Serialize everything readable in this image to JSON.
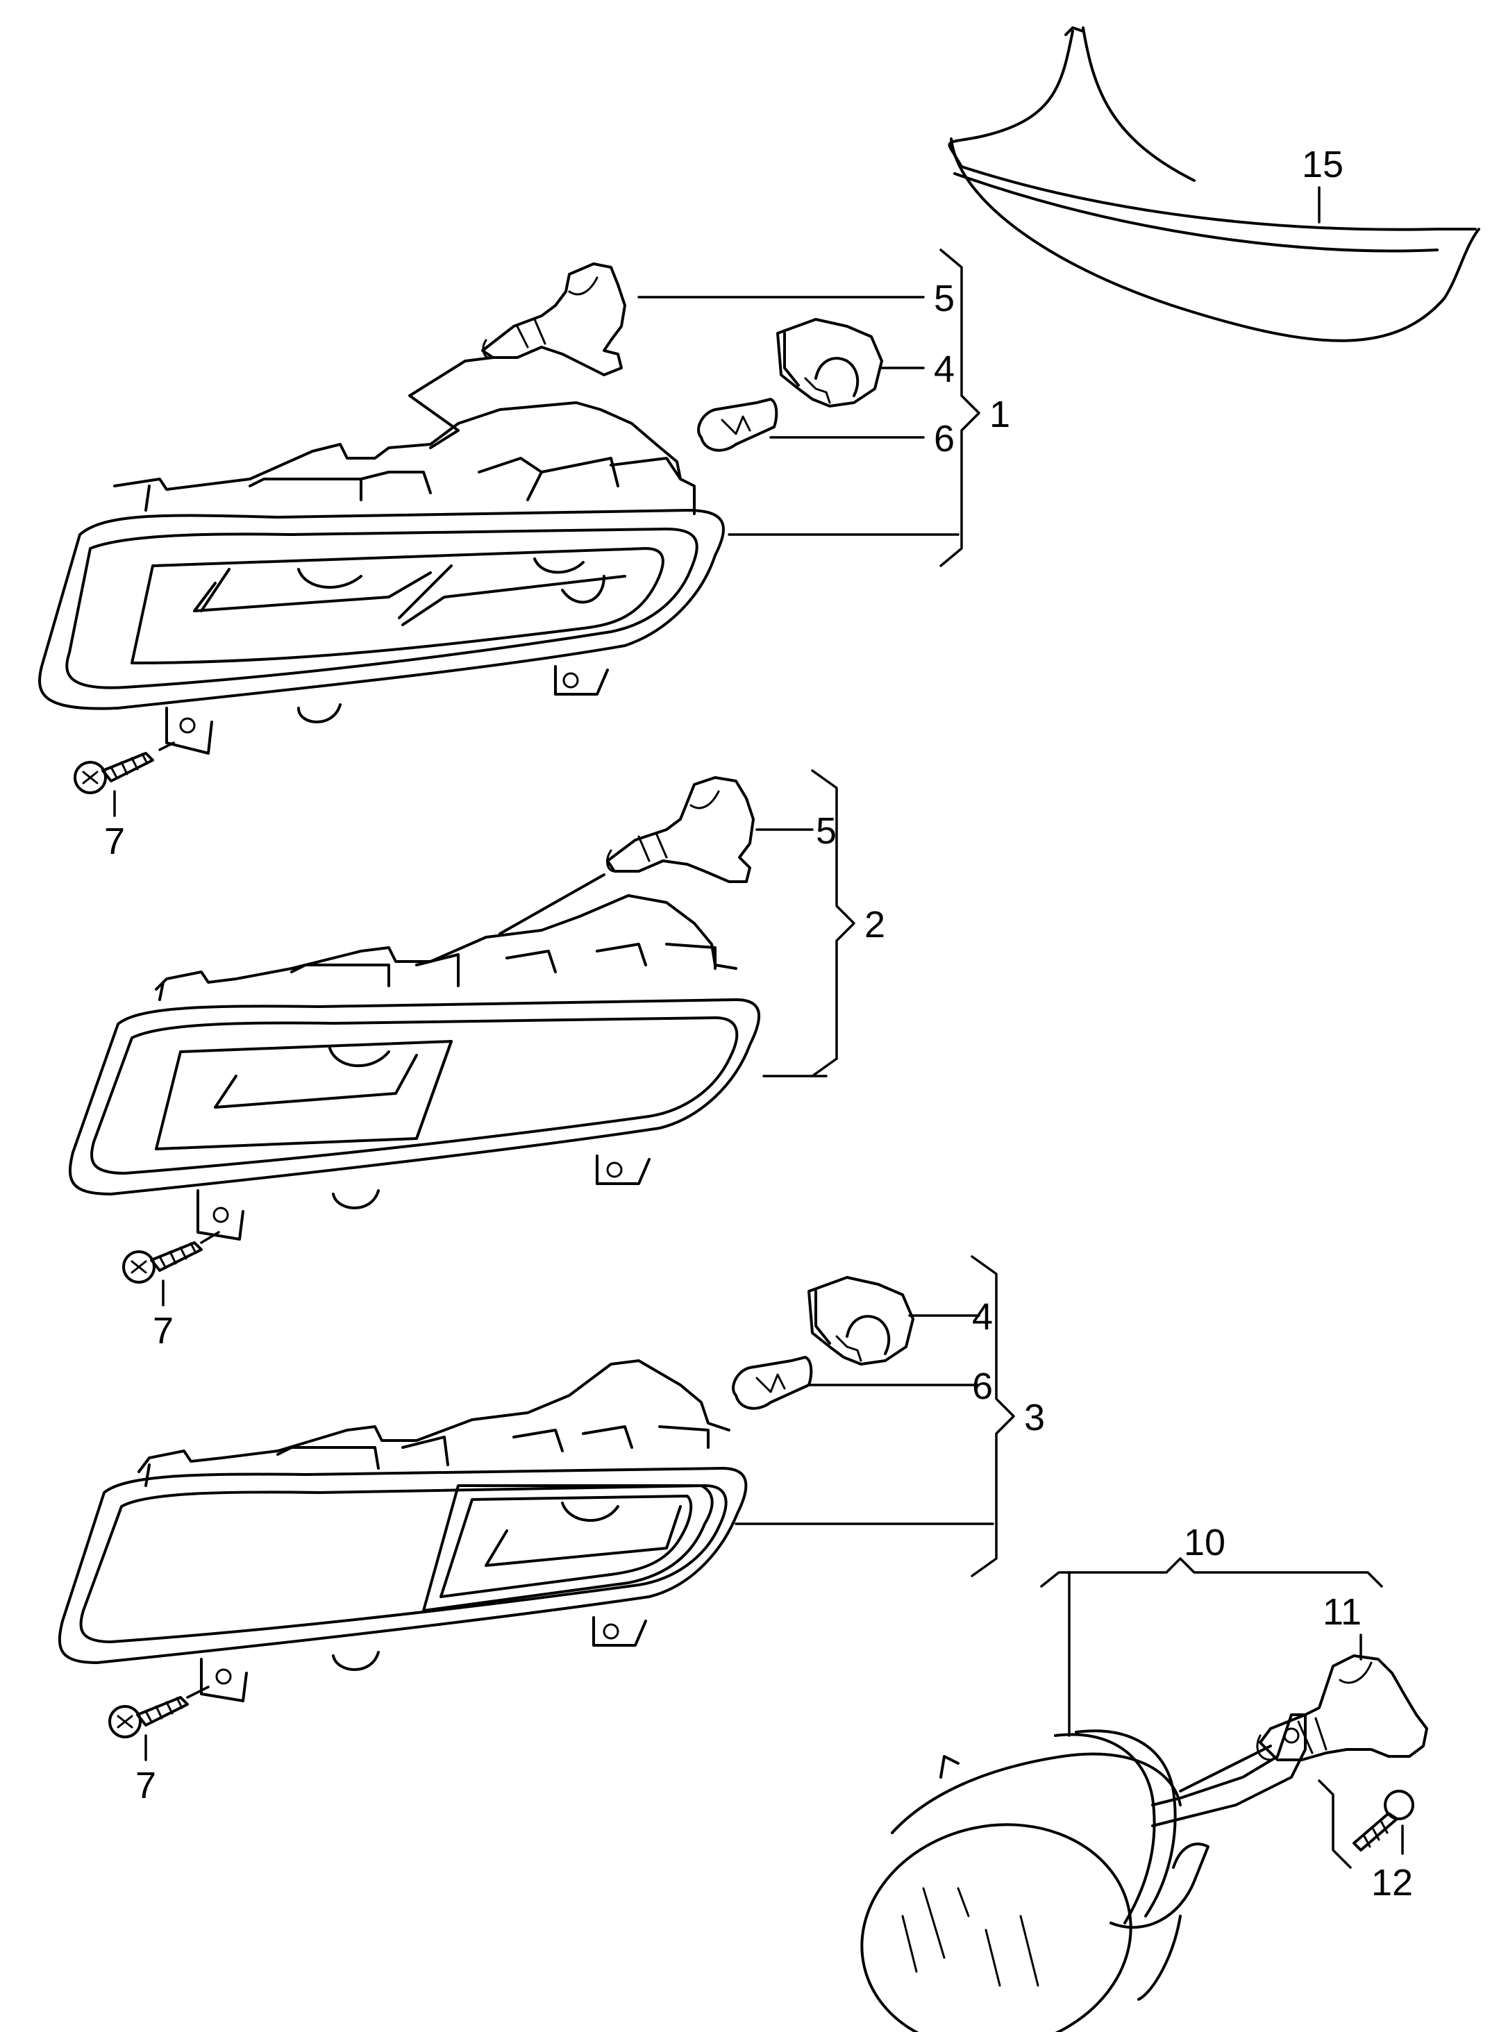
{
  "callouts": {
    "c1": "1",
    "c2": "2",
    "c3": "3",
    "c4a": "4",
    "c4b": "4",
    "c5a": "5",
    "c5b": "5",
    "c6a": "6",
    "c6b": "6",
    "c7a": "7",
    "c7b": "7",
    "c7c": "7",
    "c10": "10",
    "c11": "11",
    "c12": "12",
    "c15": "15"
  }
}
